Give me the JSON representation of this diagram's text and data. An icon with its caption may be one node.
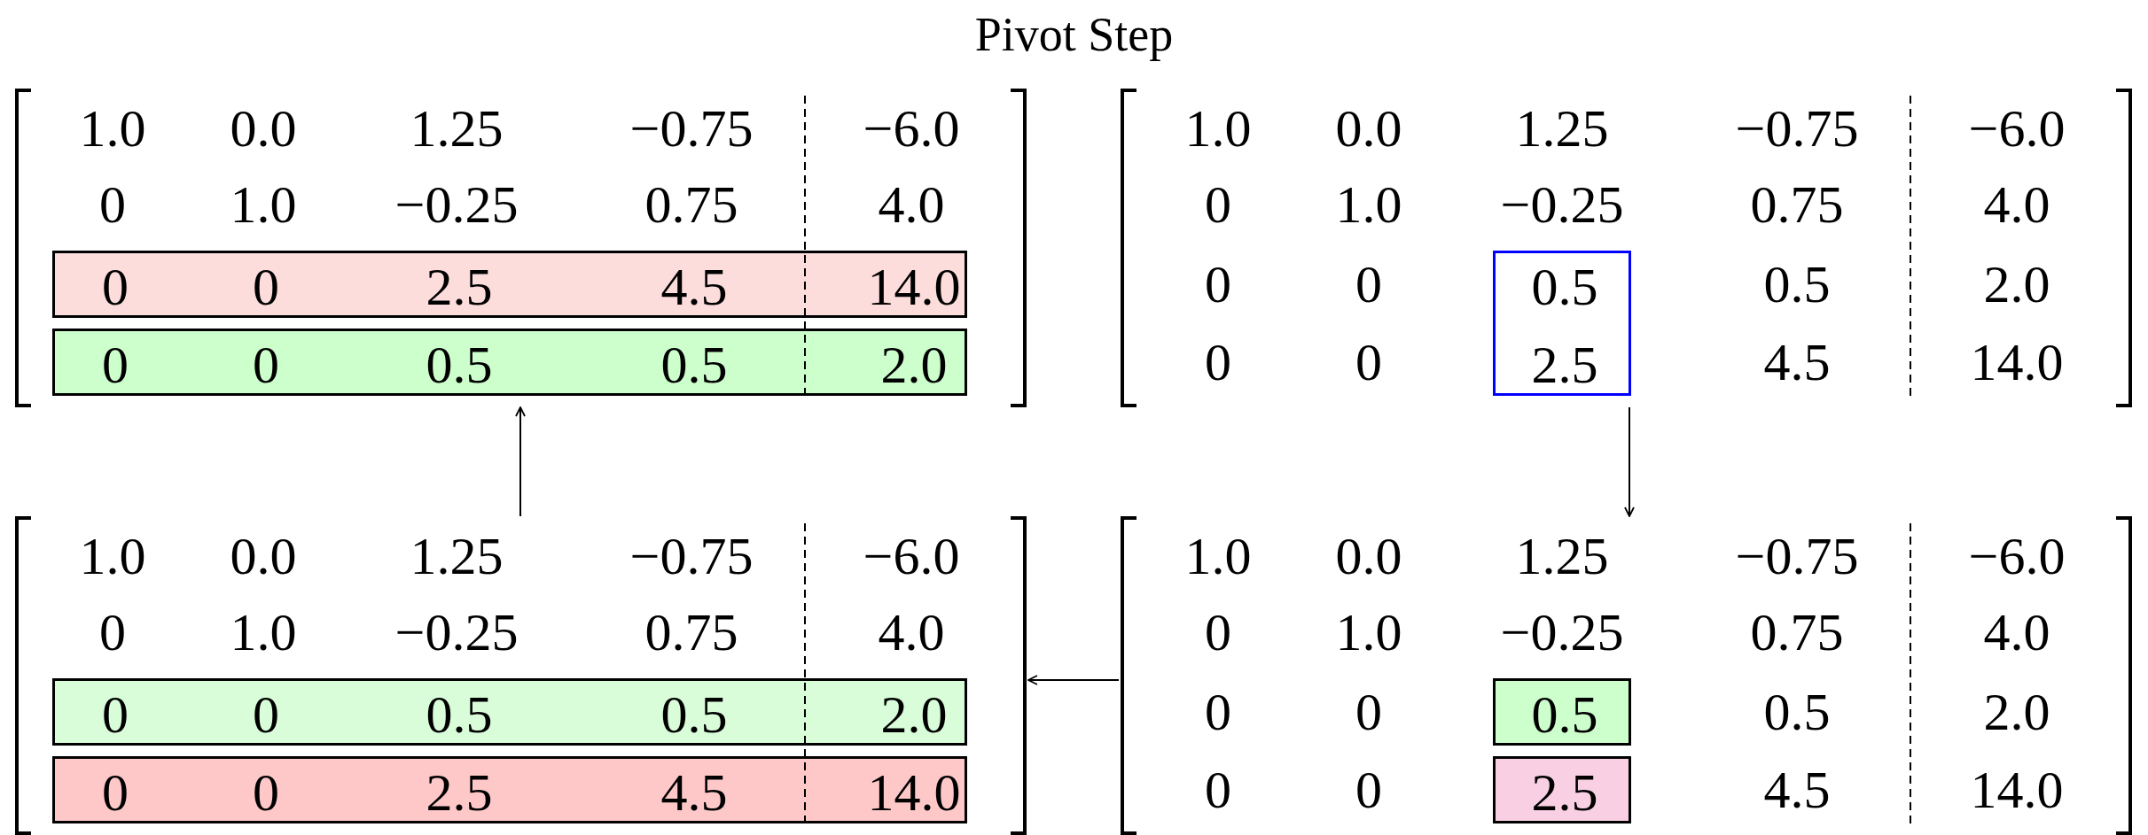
{
  "diagram": {
    "title": "Pivot Step",
    "nodes": [
      {
        "text": [
          "1.0",
          "0.0",
          "1.25",
          "−0.75",
          "−6.0",
          "0",
          "1.0",
          "−0.25",
          "0.75",
          "4.0"
        ]
      },
      {
        "text": [
          "0",
          "0",
          "2.5",
          "4.5",
          "14.0"
        ],
        "in": 0
      },
      {
        "text": [
          "0",
          "0",
          "0.5",
          "0.5",
          "2.0"
        ],
        "in": 0
      },
      {
        "text": [
          "1.0",
          "0.0",
          "1.25",
          "−0.75",
          "−6.0",
          "0",
          "1.0",
          "−0.25",
          "0.75",
          "4.0",
          "0",
          "0",
          "0.5",
          "2.0",
          "0",
          "0",
          "4.5",
          "14.0"
        ]
      },
      {
        "text": [
          "0.5",
          "2.5"
        ],
        "in": 3
      },
      {
        "text": [
          "1.0",
          "0.0",
          "1.25",
          "−0.75",
          "−6.0",
          "0",
          "1.0",
          "−0.25",
          "0.75",
          "4.0",
          "0",
          "0",
          "0.5",
          "2.0",
          "0",
          "0",
          "4.5",
          "14.0"
        ]
      },
      {
        "text": [
          "0.5"
        ],
        "in": 5
      },
      {
        "text": [
          "2.5"
        ],
        "in": 5
      },
      {
        "text": [
          "1.0",
          "0.0",
          "1.25",
          "−0.75",
          "−6.0",
          "0",
          "1.0",
          "−0.25",
          "0.75",
          "4.0"
        ]
      },
      {
        "text": [
          "0",
          "0",
          "0.5",
          "0.5",
          "2.0"
        ],
        "in": 8
      },
      {
        "text": [
          "0",
          "0",
          "2.5",
          "4.5",
          "14.0"
        ],
        "in": 8
      }
    ],
    "edges": [
      {
        "from": 3,
        "to": 5,
        "arrow": "to"
      },
      {
        "from": 5,
        "to": 8,
        "arrow": "to"
      },
      {
        "from": 8,
        "to": 0,
        "arrow": "to"
      }
    ]
  }
}
